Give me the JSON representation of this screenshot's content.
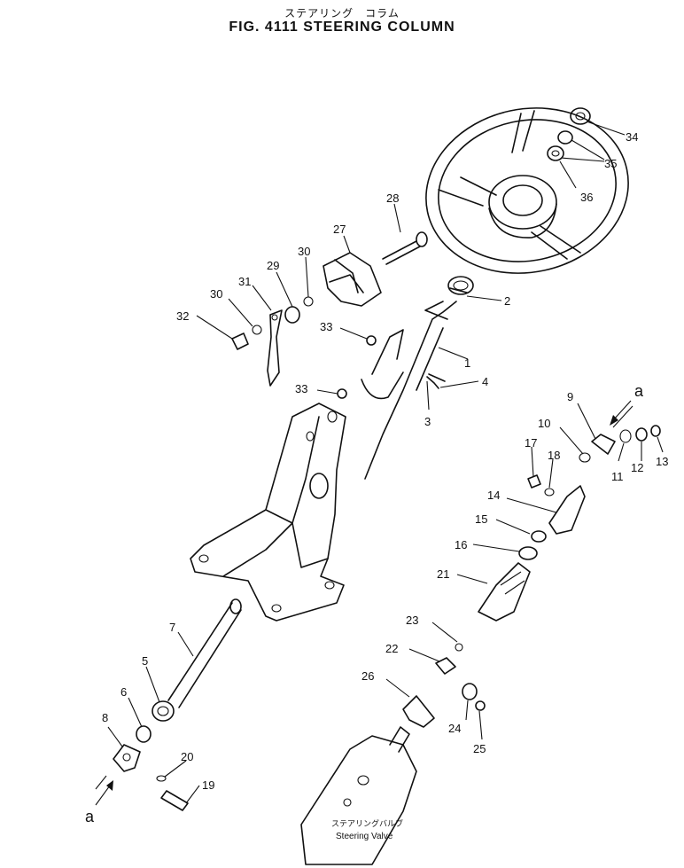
{
  "title_jp": "ステアリング　コラム",
  "title": "FIG. 4111   STEERING COLUMN",
  "callouts": [
    "1",
    "2",
    "3",
    "4",
    "5",
    "6",
    "7",
    "8",
    "9",
    "10",
    "11",
    "12",
    "13",
    "14",
    "15",
    "16",
    "17",
    "18",
    "19",
    "20",
    "21",
    "22",
    "23",
    "24",
    "25",
    "26",
    "27",
    "28",
    "29",
    "30",
    "30",
    "31",
    "32",
    "33",
    "33",
    "34",
    "35",
    "36"
  ],
  "view_markers": [
    "a",
    "a"
  ],
  "steering_valve": {
    "label_jp": "ステアリングバルブ",
    "label_en": "Steering Valve"
  }
}
